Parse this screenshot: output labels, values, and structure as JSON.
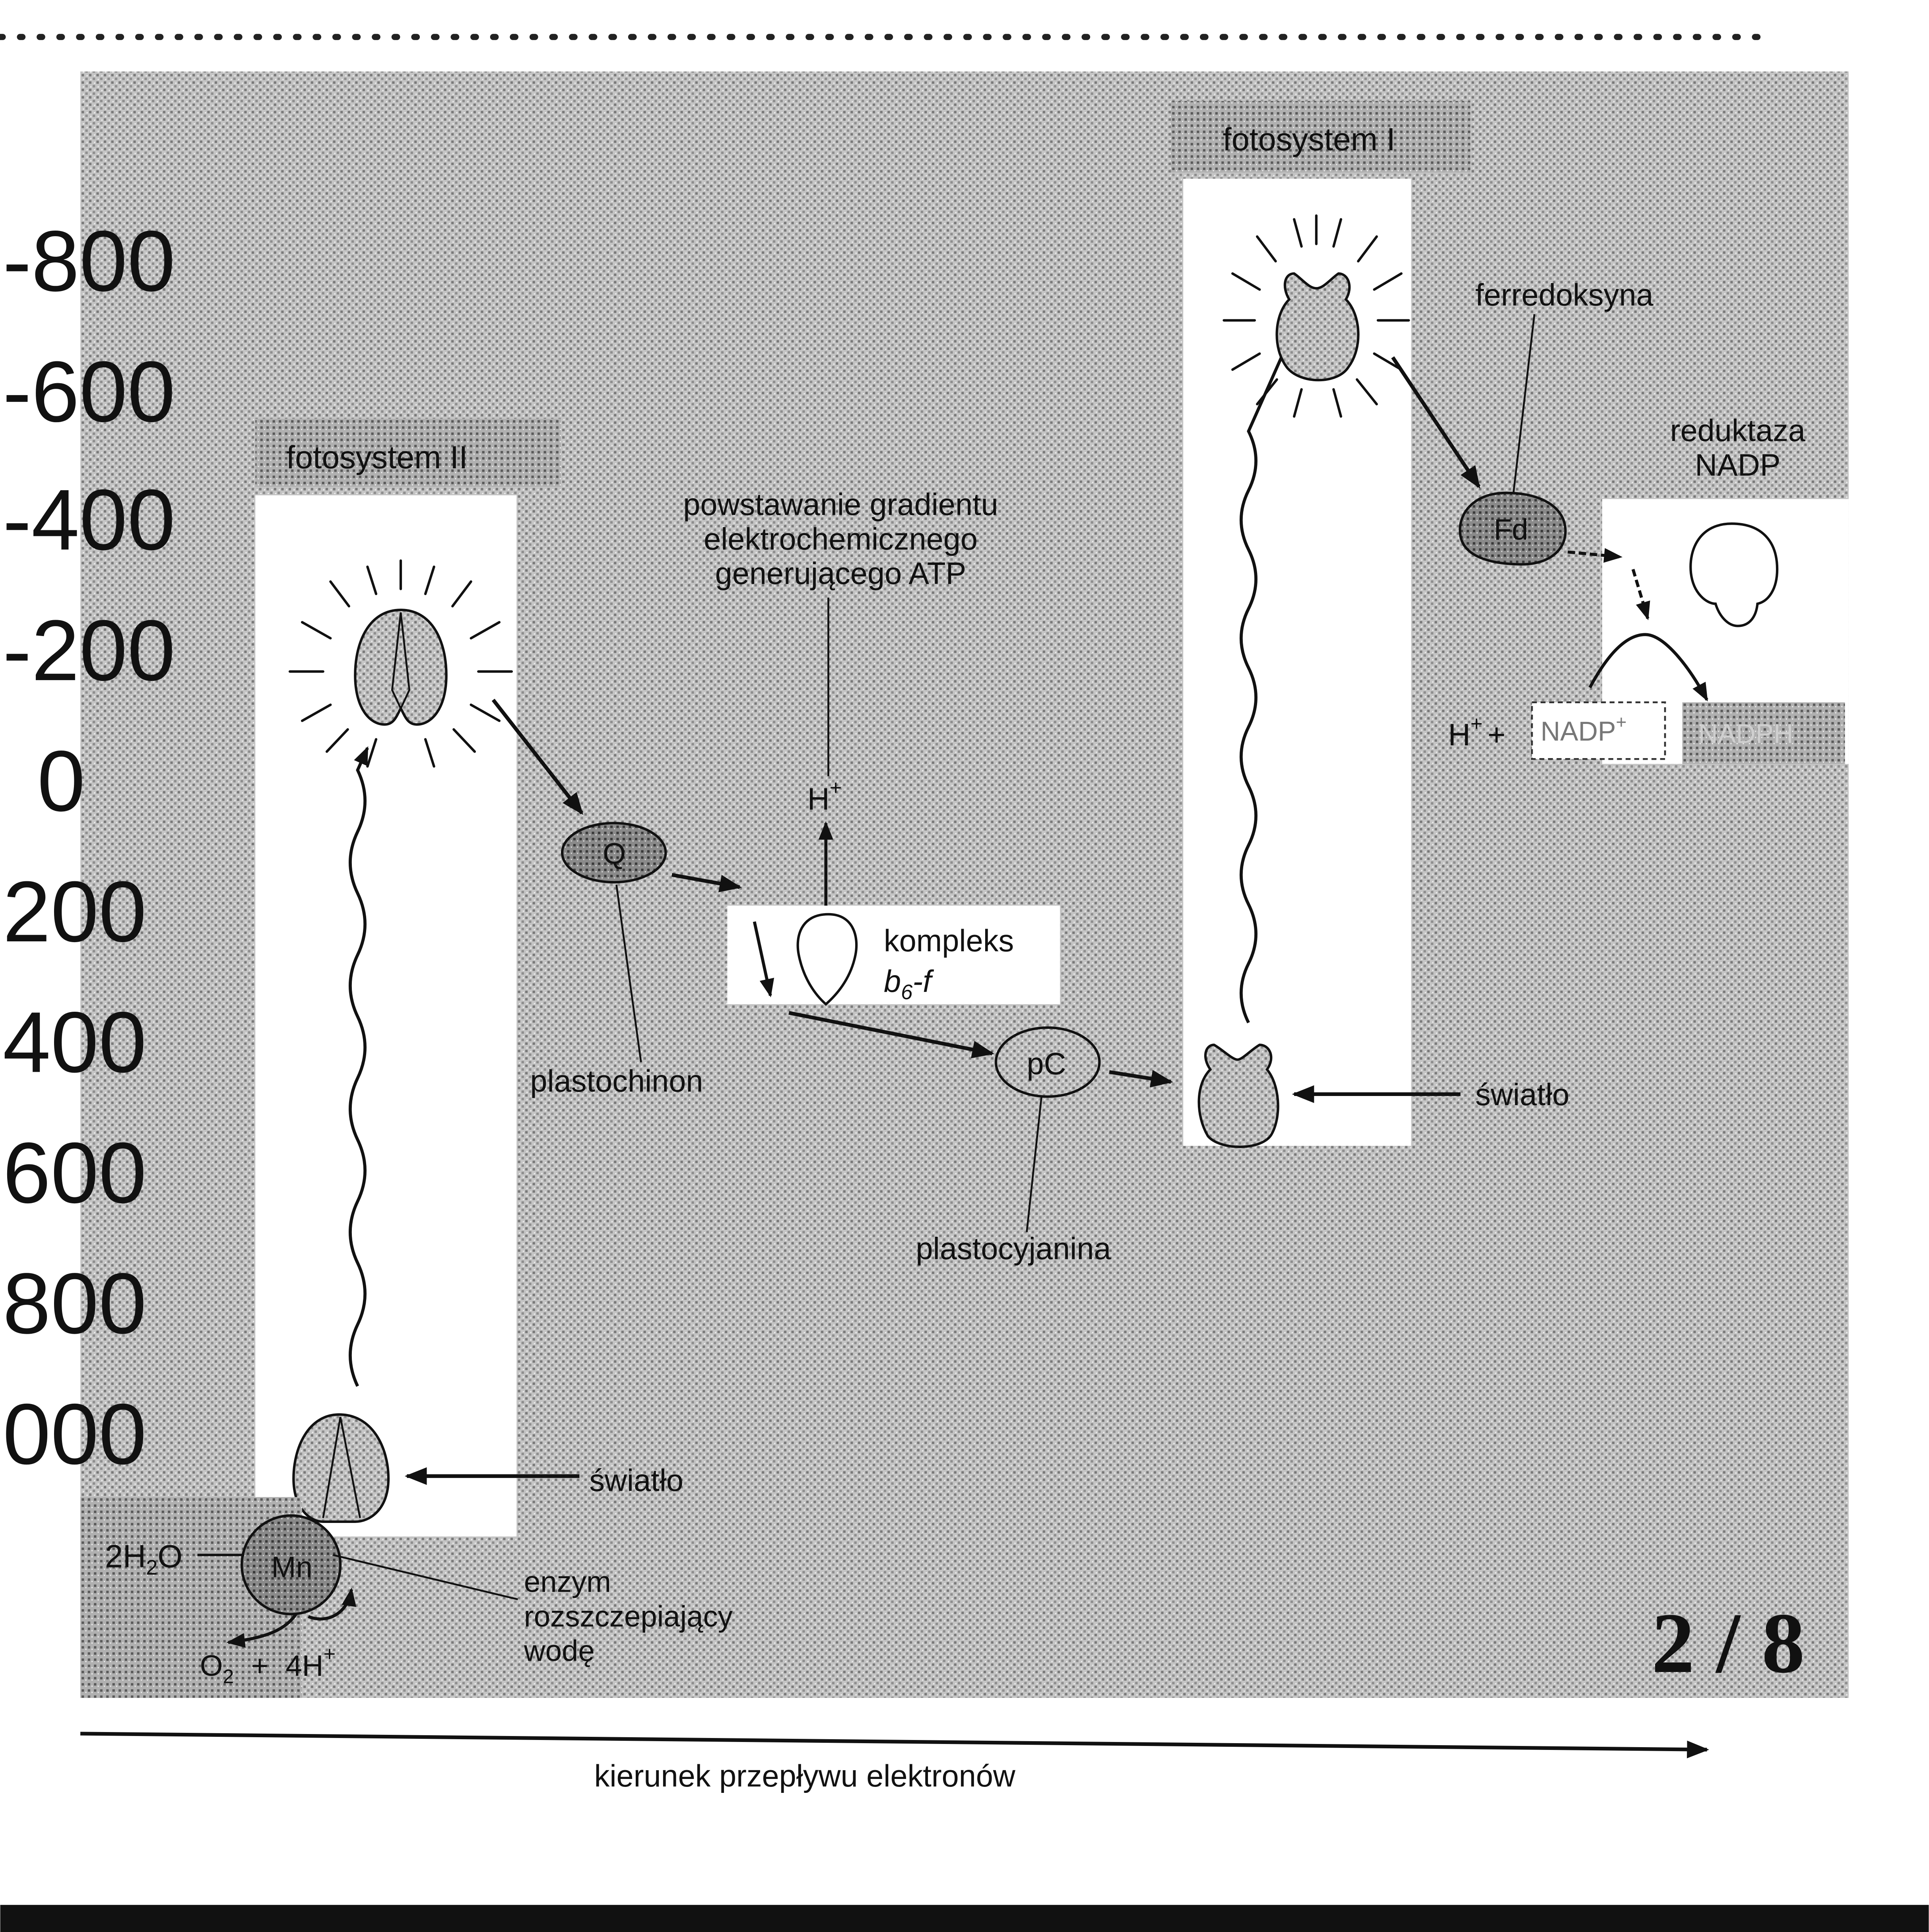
{
  "colors": {
    "stipple": "#b9b9b9",
    "protein": "#9c9c9c",
    "dark_protein": "#6e6e6e",
    "ink": "#111111"
  },
  "y_axis": {
    "ticks": [
      "-800",
      "-600",
      "-400",
      "-200",
      "0",
      "200",
      "400",
      "600",
      "800",
      "000"
    ]
  },
  "photosystem_ii": {
    "label": "fotosystem II"
  },
  "photosystem_i": {
    "label": "fotosystem I"
  },
  "gradient_note": {
    "lines": [
      "powstawanie gradientu",
      "elektrochemicznego",
      "generującego ATP"
    ]
  },
  "h_plus": {
    "label": "H",
    "superscript": "+"
  },
  "plastoquinone": {
    "symbol": "Q",
    "label": "plastochinon"
  },
  "cytochrome": {
    "line1": "kompleks",
    "line2_base": "b",
    "line2_sub": "6",
    "line2_tail": "-f"
  },
  "plastocyanin": {
    "symbol": "pC",
    "label": "plastocyjanina"
  },
  "light_ps1": {
    "label": "światło"
  },
  "light_ps2": {
    "label": "światło"
  },
  "ferredoxin": {
    "symbol": "Fd",
    "label": "ferredoksyna"
  },
  "reductase": {
    "line1": "reduktaza",
    "line2": "NADP"
  },
  "nadp_reaction": {
    "h": "H",
    "h_sup": "+",
    "plus": "+",
    "nadp": "NADP",
    "nadp_sup": "+",
    "nadph": "NADPH"
  },
  "water_enzyme": {
    "symbol": "Mn",
    "lines": [
      "enzym",
      "rozszczepiający",
      "wodę"
    ]
  },
  "water": {
    "formula": "2H",
    "sub": "2",
    "tail": "O"
  },
  "oxygen": {
    "o": "O",
    "sub": "2",
    "plus": "+",
    "protons": "4H",
    "sup": "+"
  },
  "axis_x": {
    "label": "kierunek przepływu elektronów"
  },
  "page_number": "2 / 8"
}
